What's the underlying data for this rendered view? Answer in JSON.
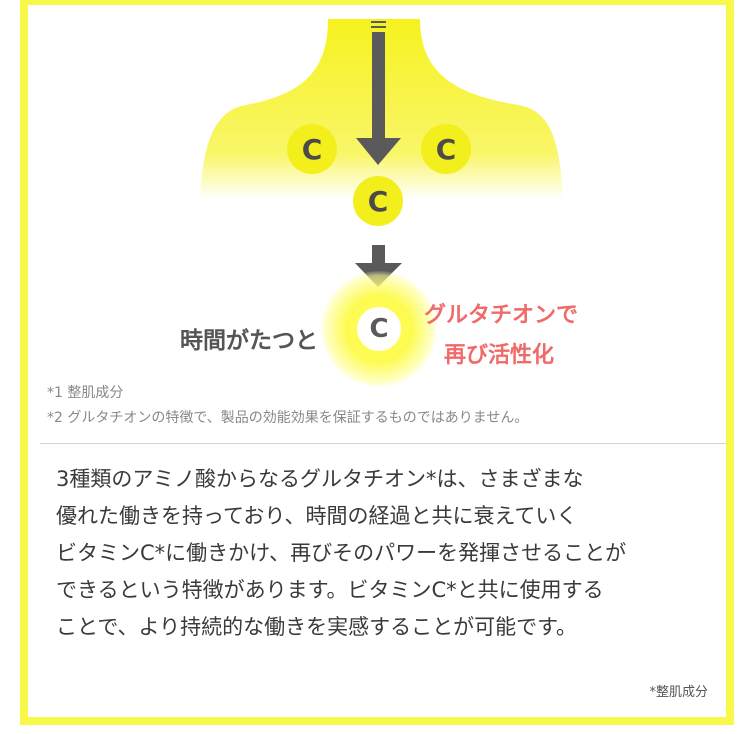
{
  "illustration": {
    "c_letter": "C",
    "time_label": "時間がたつと",
    "regen_line1": "グルタチオンで",
    "regen_line2": "再び活性化"
  },
  "notes": [
    "*1 整肌成分",
    "*2 グルタチオンの特徴で、製品の効能効果を保証するものではありません。"
  ],
  "body": {
    "lines": [
      "3種類のアミノ酸からなるグルタチオン*は、さまざまな",
      "優れた働きを持っており、時間の経過と共に衰えていく",
      "ビタミンC*に働きかけ、再びそのパワーを発揮させることが",
      "できるという特徴があります。ビタミンC*と共に使用する",
      "ことで、より持続的な働きを実感することが可能です。"
    ],
    "footnote": "*整肌成分"
  },
  "colors": {
    "frame": "#f8f84a",
    "accent_yellow": "#f3ef1c",
    "arrow": "#5a5a5a",
    "regen_red": "#f16a6a"
  }
}
